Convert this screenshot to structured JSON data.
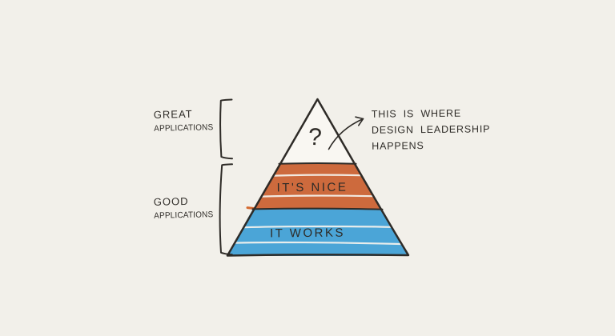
{
  "colors": {
    "background": "#f2f0ea",
    "ink": "#2e2b27",
    "top_fill": "#f9f7f2",
    "middle_fill": "#cd6a3d",
    "bottom_fill": "#4ba5d7",
    "ruled_line": "#f6f4ee",
    "stray_mark": "#d4692f"
  },
  "side_labels": {
    "great": {
      "line1": "GREAT",
      "line2": "APPLICATIONS"
    },
    "good": {
      "line1": "GOOD",
      "line2": "APPLICATIONS"
    }
  },
  "annotation": {
    "line1": "THIS IS WHERE",
    "line2": "DESIGN LEADERSHIP",
    "line3": "HAPPENS"
  },
  "pyramid": {
    "levels": [
      {
        "position": "top",
        "label": "?",
        "fill": "#f9f7f2",
        "bracket_group": "GREAT APPLICATIONS"
      },
      {
        "position": "middle",
        "label": "IT'S NICE",
        "fill": "#cd6a3d",
        "bracket_group": "GOOD APPLICATIONS"
      },
      {
        "position": "bottom",
        "label": "IT WORKS",
        "fill": "#4ba5d7",
        "bracket_group": "GOOD APPLICATIONS"
      }
    ],
    "top_label": "?",
    "middle_label": "IT'S NICE",
    "bottom_label": "IT WORKS"
  }
}
